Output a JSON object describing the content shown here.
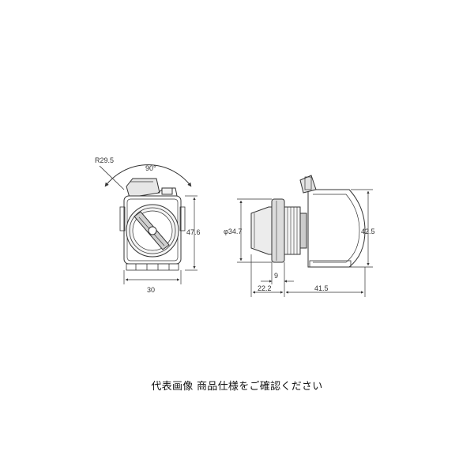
{
  "front_view": {
    "radius_label": "R29.5",
    "angle_label": "90°",
    "height_label": "47.6",
    "width_label": "30"
  },
  "side_view": {
    "diameter_label": "φ34.7",
    "height_label": "42.5",
    "bezel_label": "9",
    "front_depth_label": "22.2",
    "rear_depth_label": "41.5"
  },
  "caption": "代表画像 商品仕様をご確認ください",
  "colors": {
    "line": "#333333",
    "shade": "#d9d9d9",
    "text": "#111111"
  }
}
